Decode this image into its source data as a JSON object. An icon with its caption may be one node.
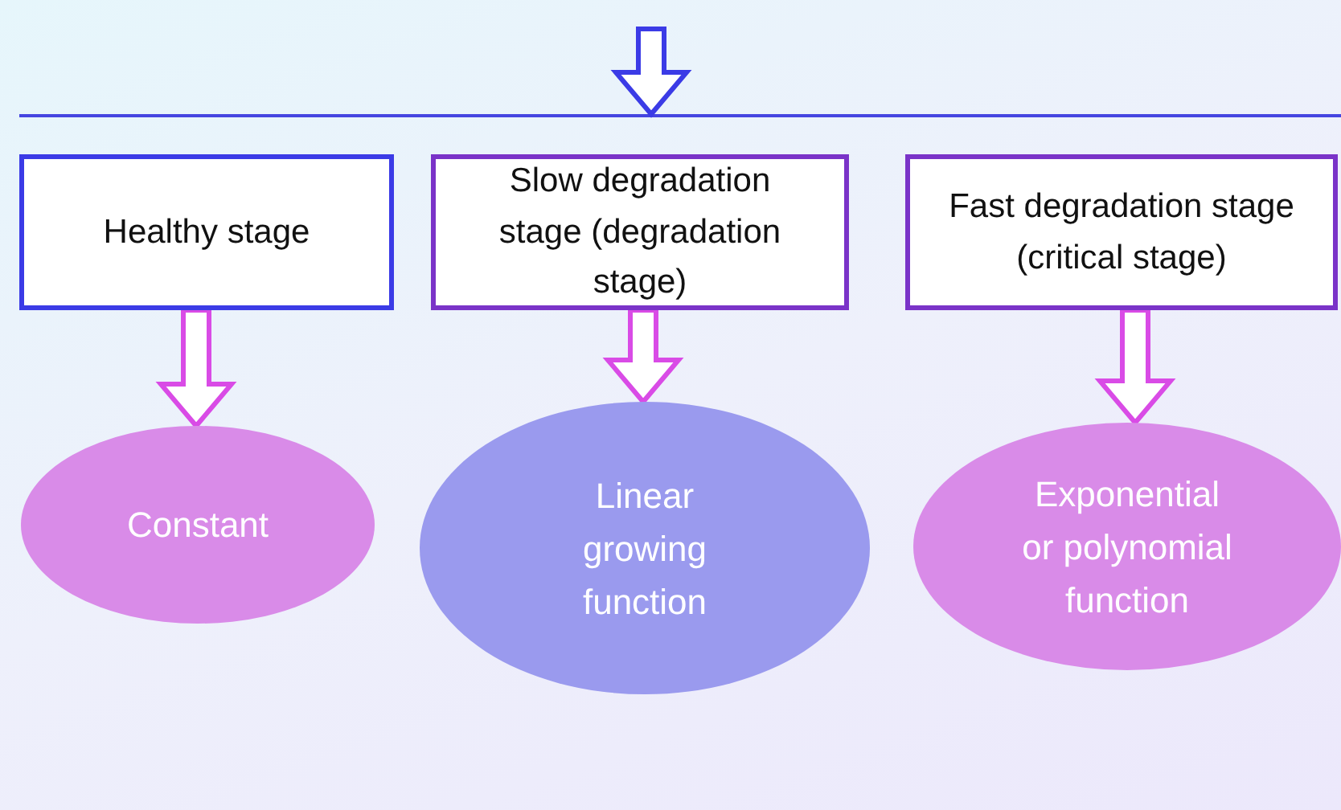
{
  "diagram": {
    "nodes": [
      {
        "text": [],
        "shape": "bar"
      },
      {
        "text": [
          "Healthy stage"
        ]
      },
      {
        "text": [
          "Slow degradation stage (degradation stage)"
        ]
      },
      {
        "text": [
          "Fast degradation stage (critical stage)"
        ]
      },
      {
        "text": [
          "Constant"
        ]
      },
      {
        "text": [
          "Linear growing function"
        ]
      },
      {
        "text": [
          "Exponential or polynomial function"
        ]
      }
    ],
    "edges": [
      {
        "from": null,
        "to": 0,
        "arrow": "to",
        "color": "#3b3be6"
      },
      {
        "from": 1,
        "to": 4,
        "arrow": "to"
      },
      {
        "from": 2,
        "to": 5,
        "arrow": "to"
      },
      {
        "from": 3,
        "to": 6,
        "arrow": "to"
      }
    ]
  }
}
